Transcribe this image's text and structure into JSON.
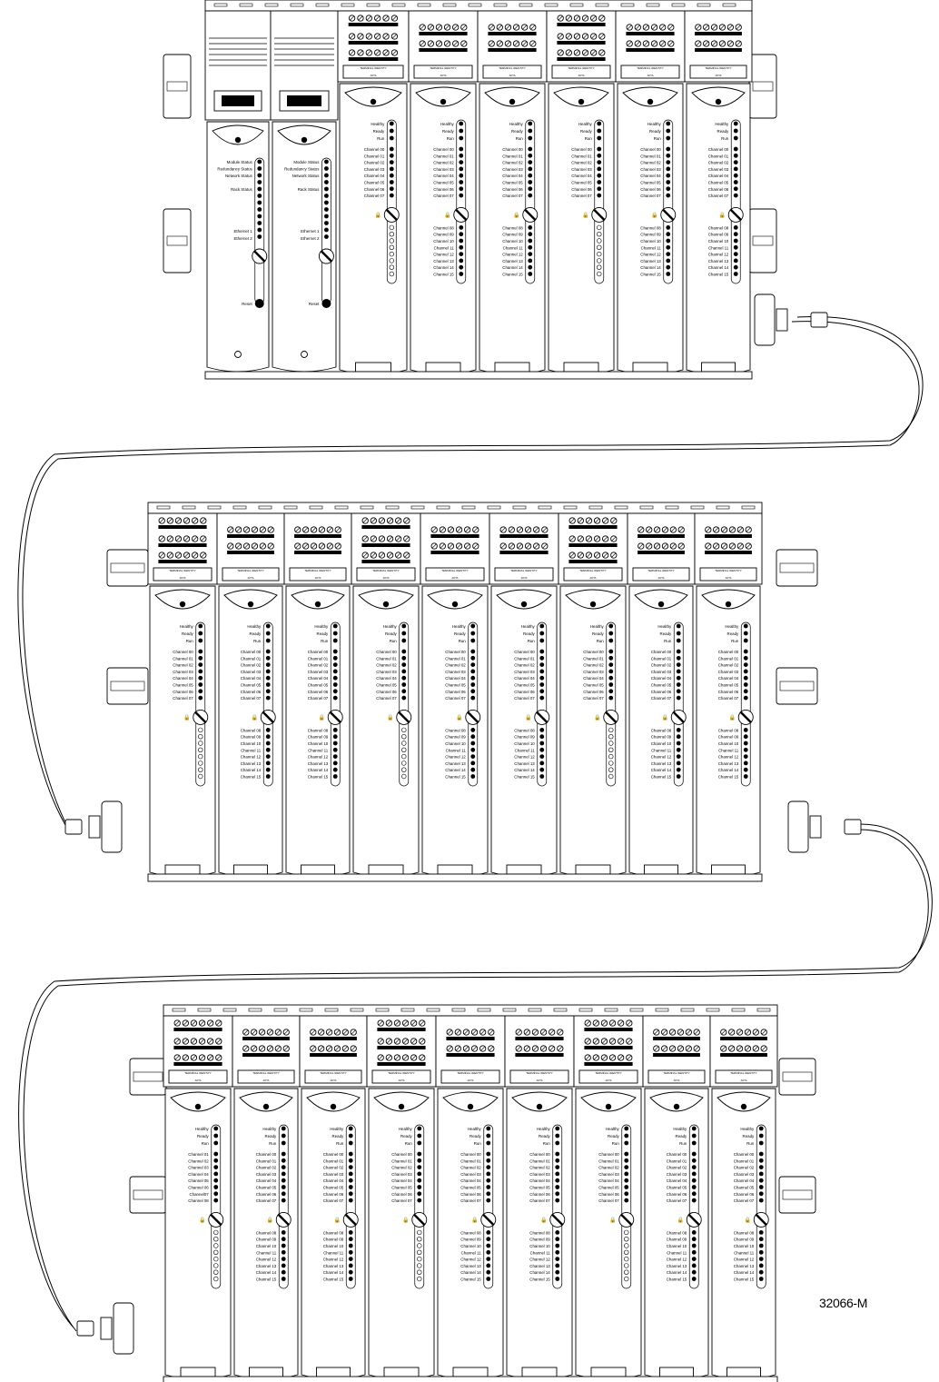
{
  "figure_id": "32066-M",
  "adapter_labels": {
    "module_status": "Module Status",
    "redundancy_status": "Redundancy Status",
    "network_status": "Network Status",
    "rack_status": "Rack Status",
    "ethernet_1": "Ethernet 1",
    "ethernet_2": "Ethernet 2",
    "reset": "Reset"
  },
  "io_status_labels": [
    "Healthy",
    "Ready",
    "Run"
  ],
  "io_channels_upper": [
    "Channel 00",
    "Channel 01",
    "Channel 02",
    "Channel 03",
    "Channel 04",
    "Channel 05",
    "Channel 06",
    "Channel 07"
  ],
  "io_channels_lower": [
    "Channel 08",
    "Channel 09",
    "Channel 10",
    "Channel 11",
    "Channel 12",
    "Channel 13",
    "Channel 14",
    "Channel 15"
  ],
  "alt_channels_upper": [
    "Channel 01",
    "Channel 02",
    "Channel 03",
    "Channel 04",
    "Channel 05",
    "Channel 06",
    "Channel07",
    "Channel 08"
  ],
  "terminal_header": "TERMINAL IDENTITY",
  "module_tag": [
    "AOTA",
    "Dual"
  ],
  "chassis": [
    {
      "row": 1,
      "kinds": [
        "adapter",
        "adapter",
        "tall",
        "io",
        "io",
        "tall",
        "io",
        "io"
      ]
    },
    {
      "row": 2,
      "kinds": [
        "tall",
        "io",
        "io",
        "tall",
        "io",
        "io",
        "tall",
        "io",
        "io"
      ]
    },
    {
      "row": 3,
      "kinds": [
        "tall-alt",
        "io",
        "io",
        "tall",
        "io",
        "io",
        "tall",
        "io",
        "io"
      ]
    }
  ]
}
